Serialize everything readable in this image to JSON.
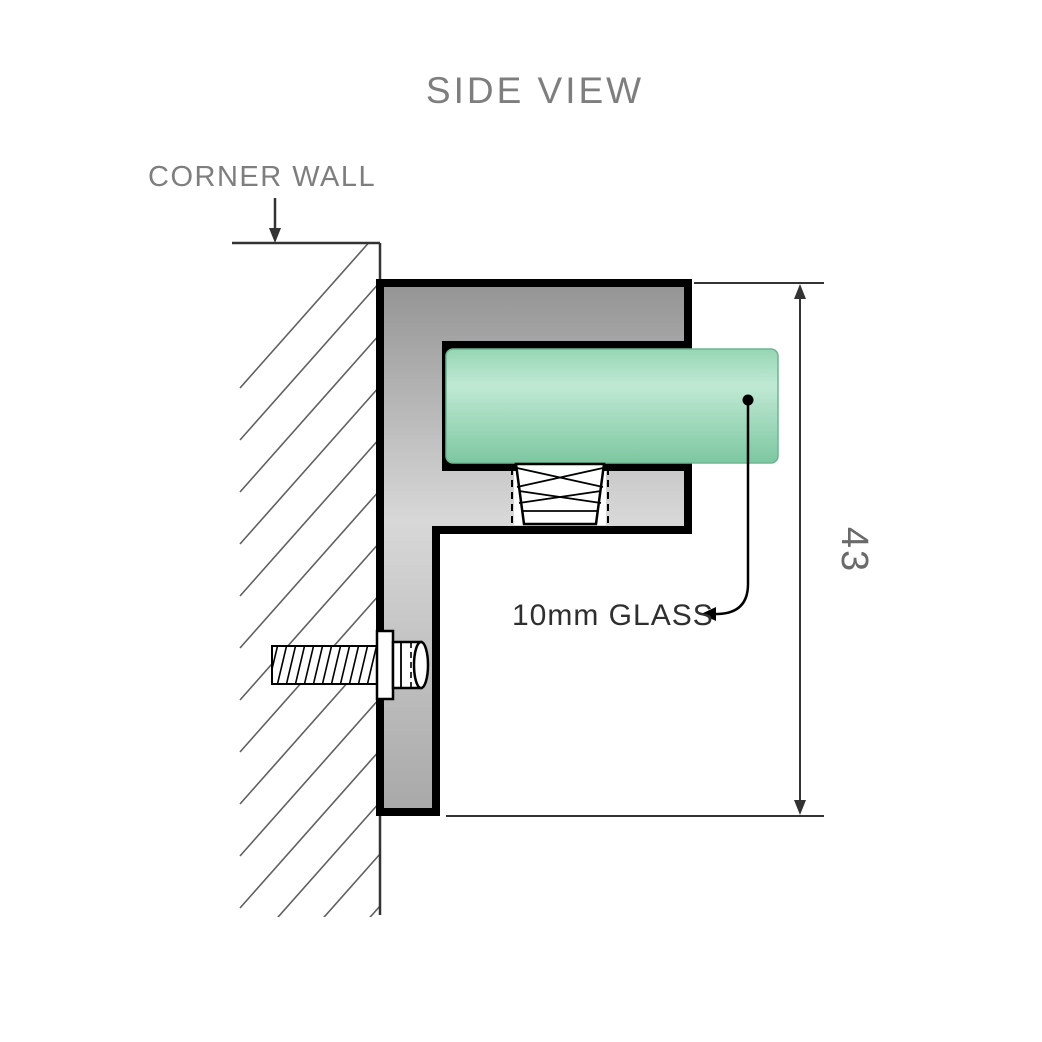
{
  "diagram": {
    "title": "SIDE VIEW",
    "wall_label": "CORNER WALL",
    "glass_label": "10mm GLASS",
    "dimension_value": "43"
  },
  "colors": {
    "label_gray": "#7e7e7e",
    "glass_label_color": "#2f2f2f",
    "dimension_text_gray": "#6a6a6a",
    "line_dark": "#333333",
    "hatch_gray": "#606060",
    "outline_black": "#000000",
    "metal_dark": "#949494",
    "metal_light": "#d8d8d8",
    "metal_mid": "#a8a8a8",
    "glass_light": "#c0e9d4",
    "glass_mid": "#96d6b4",
    "glass_dark": "#7dc7a1"
  }
}
